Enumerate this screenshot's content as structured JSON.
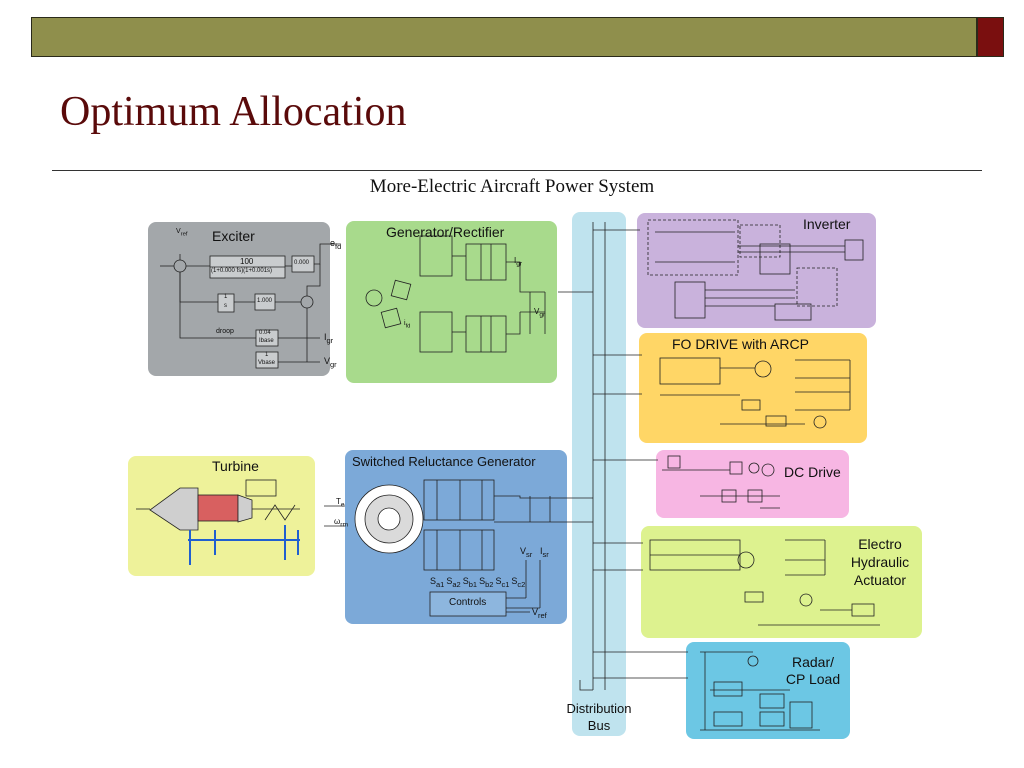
{
  "slide": {
    "title": "Optimum Allocation",
    "subtitle": "More-Electric Aircraft Power System"
  },
  "bus": {
    "label_line1": "Distribution",
    "label_line2": "Bus"
  },
  "blocks": {
    "exciter": {
      "title": "Exciter",
      "vref": "V",
      "vref_sub": "ref",
      "gain": "100",
      "tf": "(1+0.000 fs)(1+0.001s)",
      "k1": "0.000",
      "k2": "1.000",
      "integrator_num": "1",
      "integrator_den": "s",
      "droop": "droop",
      "droop_num": "0.04",
      "droop_den": "Ibase",
      "vbase_num": "1",
      "vbase_den": "Vbase",
      "out_efd": "e",
      "out_efd_sub": "fd",
      "in_igr": "I",
      "in_igr_sub": "gr",
      "in_vgr": "V",
      "in_vgr_sub": "gr"
    },
    "generator": {
      "title": "Generator/Rectifier",
      "igr": "I",
      "igr_sub": "gr",
      "vgr": "V",
      "vgr_sub": "gr",
      "ifd": "i",
      "ifd_sub": "fd"
    },
    "inverter": {
      "title": "Inverter"
    },
    "fo_drive": {
      "title": "FO DRIVE with ARCP"
    },
    "dc_drive": {
      "title": "DC Drive"
    },
    "turbine": {
      "title": "Turbine"
    },
    "srg": {
      "title": "Switched Reluctance Generator",
      "te": "T",
      "te_sub": "e",
      "wrm": "ω",
      "wrm_sub": "rm",
      "sw": "S",
      "s_labels": [
        "a1",
        "a2",
        "b1",
        "b2",
        "c1",
        "c2"
      ],
      "controls": "Controls",
      "vsr": "V",
      "vsr_sub": "sr",
      "isr": "I",
      "isr_sub": "sr",
      "vref": "V",
      "vref_sub": "ref"
    },
    "electro": {
      "line1": "Electro",
      "line2": "Hydraulic",
      "line3": "Actuator"
    },
    "radar": {
      "line1": "Radar/",
      "line2": "CP Load"
    }
  }
}
